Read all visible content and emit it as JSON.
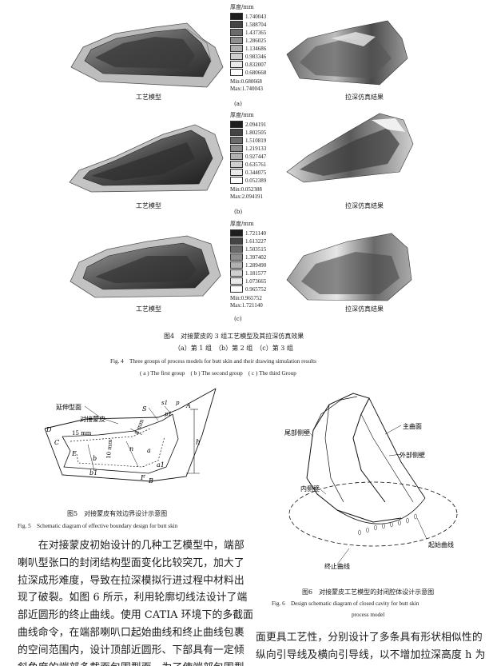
{
  "fig4": {
    "legend_title": "厚度/mm",
    "group_a": {
      "values": [
        "1.740043",
        "1.588704",
        "1.437365",
        "1.286025",
        "1.134686",
        "0.983346",
        "0.832007",
        "0.680668"
      ],
      "min": "Min:0.680668",
      "max": "Max:1.740043",
      "left_label": "工艺模型",
      "right_label": "拉深仿真结果",
      "sub": "(a)"
    },
    "group_b": {
      "values": [
        "2.094191",
        "1.802505",
        "1.510819",
        "1.219133",
        "0.927447",
        "0.635761",
        "0.344075",
        "0.052389"
      ],
      "min": "Min:0.052388",
      "max": "Max:2.094191",
      "left_label": "工艺模型",
      "right_label": "拉深仿真结果",
      "sub": "(b)"
    },
    "group_c": {
      "values": [
        "1.721140",
        "1.613227",
        "1.503515",
        "1.397402",
        "1.289490",
        "1.181577",
        "1.073665",
        "0.965752"
      ],
      "min": "Min:0.965752",
      "max": "Max:1.721140",
      "left_label": "工艺模型",
      "right_label": "拉深仿真结果",
      "sub": "(c)"
    },
    "caption_cn": "图4　对接蒙皮的 3 组工艺模型及其拉深仿真效果",
    "subcaption_cn": "（a）第 1 组　（b）第 2 组　（c）第 3 组",
    "caption_en": "Fig. 4　Three groups of process models for butt skin and their drawing simulation results",
    "subcaption_en": "( a ) The first group　( b ) The second group　( c ) The third Group"
  },
  "fig5": {
    "label_extend": "延伸型面",
    "label_butt": "对接蒙皮",
    "dim_15": "15 mm",
    "dim_10": "10 mm",
    "dim_8": "8 mm",
    "letters": {
      "D": "D",
      "C": "C",
      "E": "E",
      "b": "b",
      "b1": "b1",
      "F": "F",
      "B": "B",
      "a": "a",
      "a1": "a1",
      "n": "n",
      "h": "h",
      "A": "A",
      "S": "S",
      "s1": "s1",
      "p": "p",
      "p1": "p1"
    },
    "caption_cn": "图5　对接蒙皮有效边界设计示意图",
    "caption_en": "Fig. 5　Schematic diagram of effective boundary design for butt skin"
  },
  "fig6": {
    "label_main": "主曲面",
    "label_tail": "尾部侧壁",
    "label_outer": "外部侧壁",
    "label_inner": "内侧壁",
    "label_start": "起始曲线",
    "label_end": "终止曲线",
    "caption_cn": "图6　对接蒙皮工艺模型的封闭腔体设计示意图",
    "caption_en_1": "Fig. 6　Design schematic diagram of closed cavity for butt skin",
    "caption_en_2": "process model"
  },
  "body_left": [
    "　　在对接蒙皮初始设计的几种工艺模型中，端部",
    "喇叭型张口的封闭结构型面变化比较突兀，加大了",
    "拉深成形难度，导致在拉深模拟行进过程中材料出",
    "现了破裂。如图 6 所示，利用轮廓切线法设计了端",
    "部近圆形的终止曲线。使用 CATIA 环境下的多截面",
    "曲线命令，在端部喇叭口起始曲线和终止曲线包裹",
    "的空间范围内，设计顶部近圆形、下部具有一定倾",
    "斜角度的端部多截面包围型面。为了使端部包围型"
  ],
  "body_right": [
    "面更具工艺性，分别设计了多条具有形状相似性的",
    "纵向引导线及横向引导线，以不增加拉深高度 h 为"
  ]
}
